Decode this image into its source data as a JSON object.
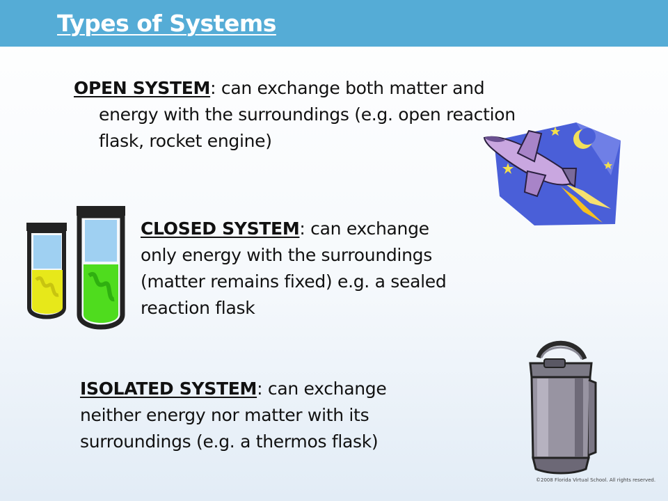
{
  "slide": {
    "title": "Types of Systems"
  },
  "open_system": {
    "term": "OPEN SYSTEM",
    "line1": ":  can exchange both matter and",
    "line2": "energy with the surroundings (e.g. open reaction",
    "line3": "flask, rocket engine)"
  },
  "closed_system": {
    "term": "CLOSED SYSTEM",
    "line1": ":  can exchange",
    "line2": "only energy with the surroundings",
    "line3": "(matter remains fixed) e.g. a sealed",
    "line4": "reaction flask"
  },
  "isolated_system": {
    "term": "ISOLATED SYSTEM",
    "line1": ":  can exchange",
    "line2": "neither energy nor matter with its",
    "line3": "surroundings (e.g. a thermos flask)"
  },
  "footer": {
    "copyright": "©2008 Florida Virtual School. All rights reserved."
  },
  "images": {
    "rocket": "rocket-clipart-icon",
    "tubes": "test-tubes-clipart-icon",
    "thermos": "thermos-flask-clipart-icon"
  },
  "colors": {
    "title_bar": "#55acd6",
    "title_text": "#ffffff",
    "yellow_liquid": "#e7e81a",
    "green_liquid": "#4fdc1e",
    "night_sky": "#4a5fd8"
  }
}
